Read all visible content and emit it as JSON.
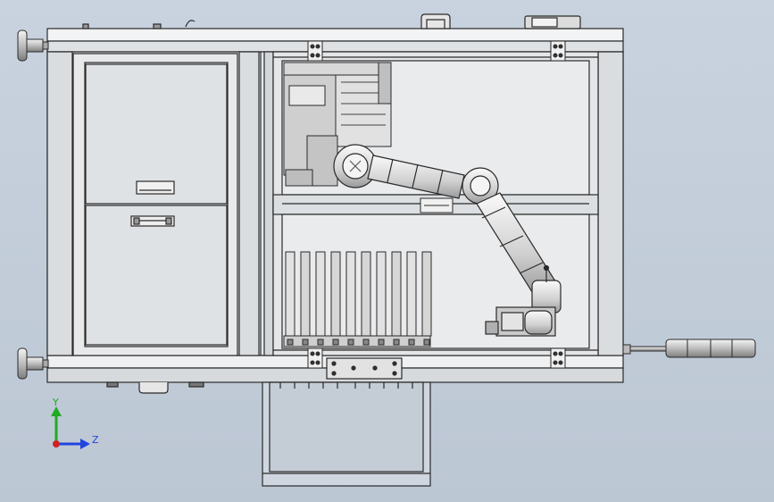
{
  "app": {
    "view": "cad-3d-viewport",
    "background_top": "#c9d3df",
    "background_bottom": "#bcc7d4"
  },
  "triad": {
    "y_label": "Y",
    "z_label": "Z",
    "y_color": "#22aa22",
    "z_color": "#2244dd",
    "origin_color": "#cc2222"
  },
  "model": {
    "line_color": "#2a2a2a",
    "frame_fill": "#e6e8ea",
    "panel_fill": "#d9dcdf",
    "metal_light": "#eeeeee",
    "metal_dark": "#8c8c8c"
  }
}
